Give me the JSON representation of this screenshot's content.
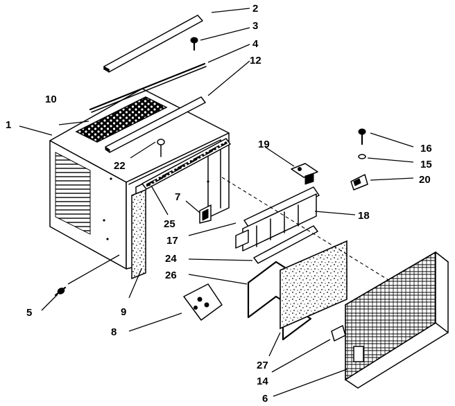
{
  "callouts": {
    "c1": "1",
    "c2": "2",
    "c3": "3",
    "c4": "4",
    "c5": "5",
    "c6": "6",
    "c7": "7",
    "c8": "8",
    "c9": "9",
    "c10": "10",
    "c12": "12",
    "c14": "14",
    "c15": "15",
    "c16": "16",
    "c17": "17",
    "c18": "18",
    "c19": "19",
    "c20": "20",
    "c22": "22",
    "c24": "24",
    "c25": "25",
    "c26": "26",
    "c27": "27"
  }
}
